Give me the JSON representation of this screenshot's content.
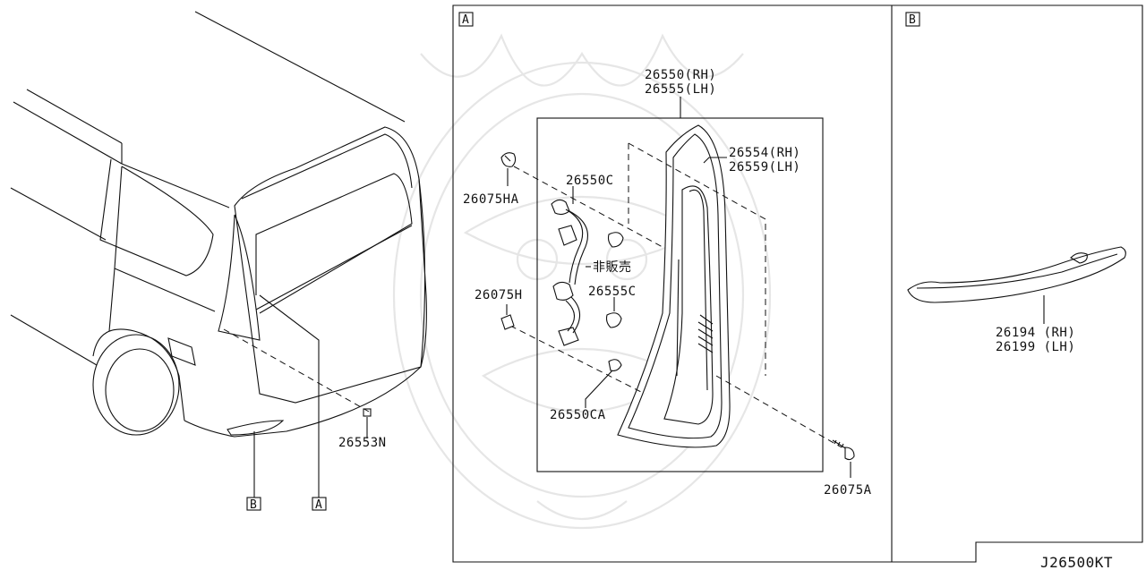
{
  "diagram_code": "J26500KT",
  "panels": [
    {
      "id": "panel-a",
      "letter": "A"
    },
    {
      "id": "panel-b",
      "letter": "B"
    }
  ],
  "pointers": {
    "a": "A",
    "b": "B"
  },
  "parts": {
    "p26553N": "26553N",
    "p26550_rh": "26550(RH)",
    "p26555_lh": "26555(LH)",
    "p26554_rh": "26554(RH)",
    "p26559_lh": "26559(LH)",
    "p26075HA": "26075HA",
    "p26550C": "26550C",
    "not_for_sale": "非販売",
    "p26075H": "26075H",
    "p26555C": "26555C",
    "p26550CA": "26550CA",
    "p26075A": "26075A",
    "p26194_rh": "26194 (RH)",
    "p26199_lh": "26199 (LH)"
  }
}
